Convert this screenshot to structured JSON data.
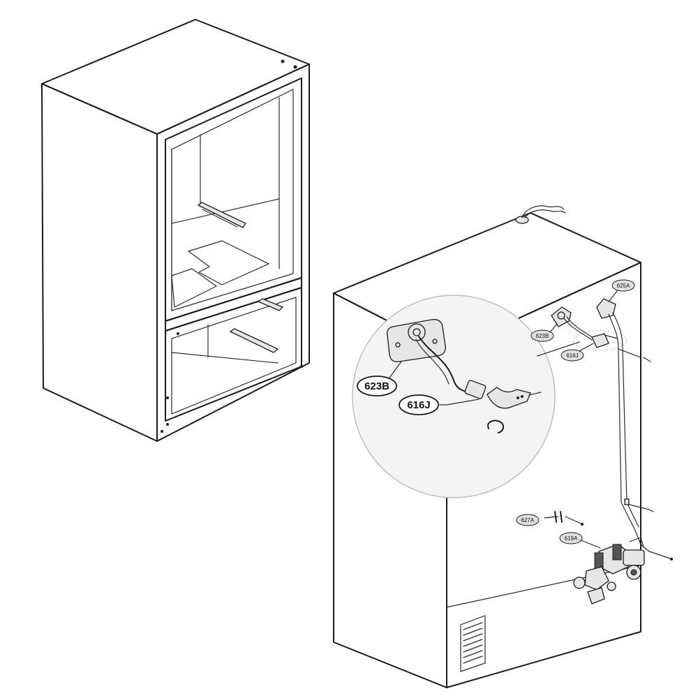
{
  "callouts": {
    "zoom_623b": "623B",
    "zoom_616j": "616J",
    "small_623b": "623B",
    "small_616j": "616J",
    "small_625a": "625A",
    "small_627a": "627A",
    "small_619a": "619A"
  },
  "colors": {
    "line": "#1a1a1a",
    "part_fill": "#e6e6e6",
    "zoom_fill": "#f4f4f4",
    "background": "#ffffff"
  }
}
